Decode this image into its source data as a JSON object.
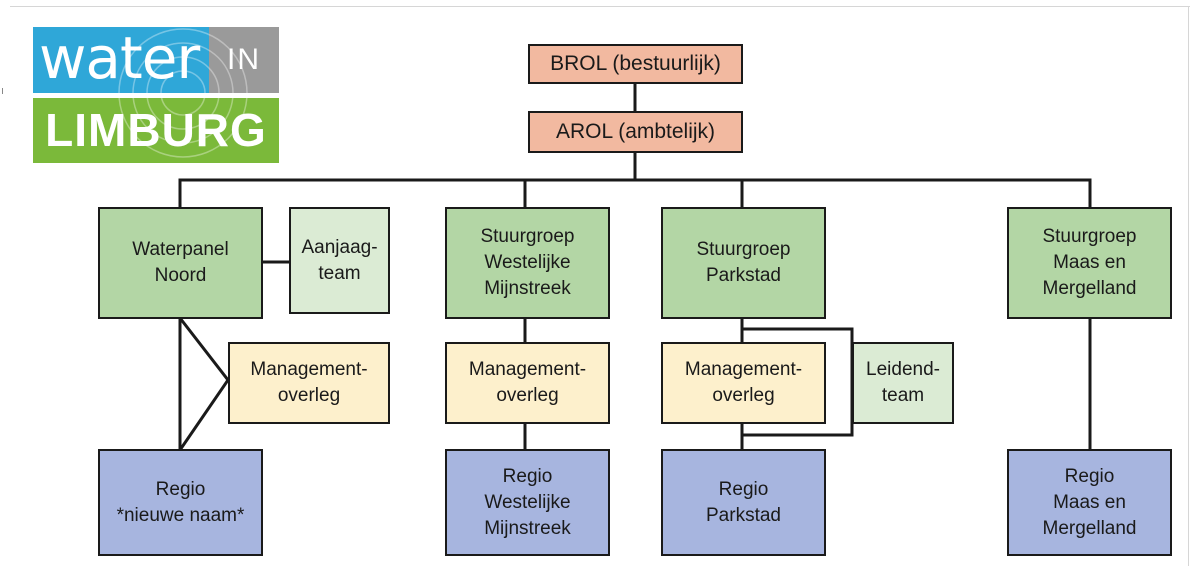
{
  "logo": {
    "word_water": "water",
    "word_in": "IN",
    "word_limburg": "LIMBURG",
    "colors": {
      "water": "#2fa7d8",
      "in": "#9a9a9a",
      "limburg": "#7bb93a"
    }
  },
  "top": {
    "brol": "BROL (bestuurlijk)",
    "arol": "AROL (ambtelijk)"
  },
  "noord": {
    "waterpanel": [
      "Waterpanel",
      "Noord"
    ],
    "aanjaag": [
      "Aanjaag-",
      "team"
    ],
    "management": [
      "Management-",
      "overleg"
    ],
    "regio": [
      "Regio",
      "*nieuwe naam*"
    ]
  },
  "westelijk": {
    "stuurgroep": [
      "Stuurgroep",
      "Westelijke",
      "Mijnstreek"
    ],
    "management": [
      "Management-",
      "overleg"
    ],
    "regio": [
      "Regio",
      "Westelijke",
      "Mijnstreek"
    ]
  },
  "parkstad": {
    "stuurgroep": [
      "Stuurgroep",
      "Parkstad"
    ],
    "management": [
      "Management-",
      "overleg"
    ],
    "leidend": [
      "Leidend-",
      "team"
    ],
    "regio": [
      "Regio",
      "Parkstad"
    ]
  },
  "maas": {
    "stuurgroep": [
      "Stuurgroep",
      "Maas en",
      "Mergelland"
    ],
    "regio": [
      "Regio",
      "Maas en",
      "Mergelland"
    ]
  },
  "colors": {
    "top": "#f2b9a0",
    "stuurgroep": "#b3d6a5",
    "team": "#dbebd4",
    "management": "#fdf0cc",
    "regio": "#a7b5df"
  }
}
